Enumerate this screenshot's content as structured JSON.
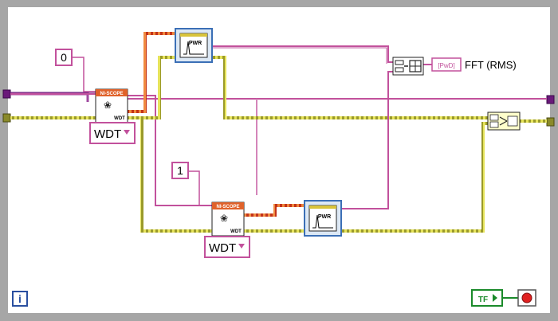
{
  "loop": {
    "frame_color": "#a6a6a6",
    "info_icon": "i",
    "stop_terminal": "TF",
    "stop_button_color": "#e02020"
  },
  "constants": {
    "channel_top": "0",
    "channel_bottom": "1"
  },
  "blocks": {
    "niscope_top": {
      "header": "NI-SCOPE",
      "footer": "WDT"
    },
    "niscope_bottom": {
      "header": "NI-SCOPE",
      "footer": "WDT"
    },
    "fft_top": {
      "label": "PWR"
    },
    "fft_bottom": {
      "label": "PWR"
    }
  },
  "dropdowns": {
    "top": {
      "value": "WDT"
    },
    "bottom": {
      "value": "WDT"
    }
  },
  "indicator": {
    "label": "FFT (RMS)",
    "terminal": "[PwD]"
  },
  "wire_colors": {
    "pink": "#c2519c",
    "olive": "#9a9a2a",
    "orange": "#d94a1c",
    "purple": "#6a1a7a"
  }
}
